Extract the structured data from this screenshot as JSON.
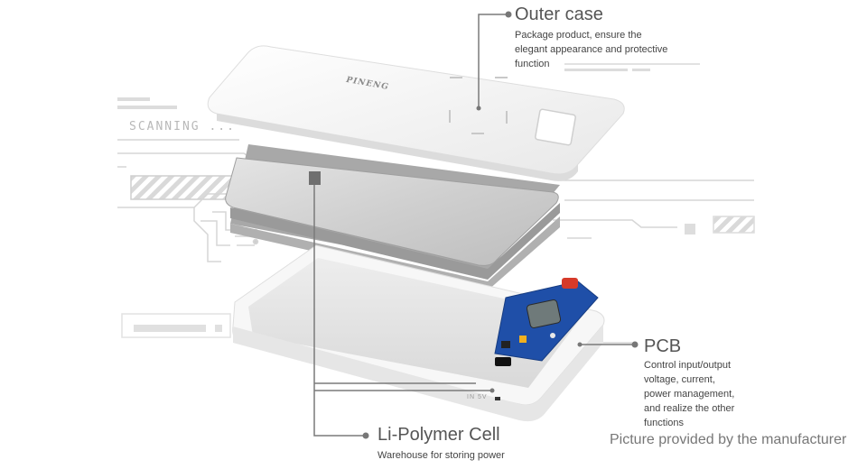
{
  "background_text": {
    "scanning": "SCANNING ..."
  },
  "device": {
    "brand": "PINENG",
    "port_label": "IN 5V"
  },
  "callouts": {
    "outer_case": {
      "title": "Outer case",
      "desc_line1": "Package product, ensure the",
      "desc_line2": "elegant appearance and protective",
      "desc_line3": "function"
    },
    "pcb": {
      "title": "PCB",
      "desc_line1": "Control input/output",
      "desc_line2": "voltage, current,",
      "desc_line3": "power management,",
      "desc_line4": "and realize the other",
      "desc_line5": "functions"
    },
    "cell": {
      "title": "Li-Polymer Cell",
      "desc_line1": "Warehouse for storing power"
    }
  },
  "credit": "Picture provided by the manufacturer",
  "colors": {
    "callout_line": "#7a7a7a",
    "callout_dot": "#777777",
    "circuit": "#d6d6d6",
    "pcb_board": "#1f4fa8",
    "case_white": "#f5f5f5"
  }
}
